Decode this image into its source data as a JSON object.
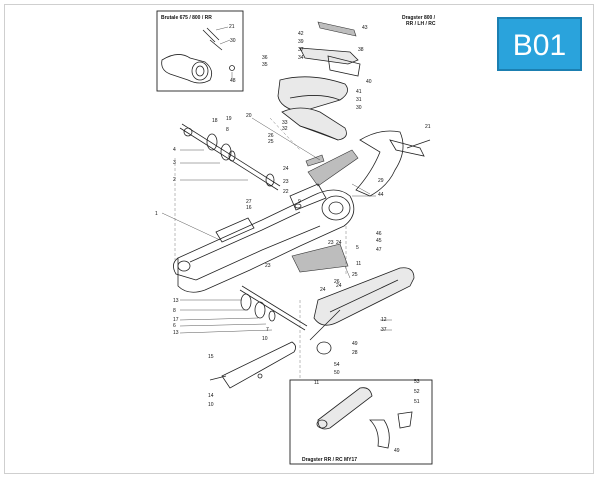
{
  "badge": {
    "code": "B01",
    "color": "#2aa3dc"
  },
  "insets": {
    "top_left": {
      "title": "Brutale 675 / 800 / RR",
      "callouts": [
        "21",
        "30",
        "48"
      ]
    },
    "top_right": {
      "title": "Dragster 800 / RR / LH / RC"
    },
    "bottom_right": {
      "title": "Dragster RR / RC MY17",
      "callouts": [
        "11",
        "54",
        "50",
        "53",
        "52",
        "51",
        "49"
      ]
    }
  },
  "callouts": [
    {
      "id": "c1",
      "text": "43"
    },
    {
      "id": "c2",
      "text": "42"
    },
    {
      "id": "c3",
      "text": "39"
    },
    {
      "id": "c4",
      "text": "38"
    },
    {
      "id": "c5",
      "text": "37"
    },
    {
      "id": "c6",
      "text": "36"
    },
    {
      "id": "c7",
      "text": "35"
    },
    {
      "id": "c8",
      "text": "34"
    },
    {
      "id": "c9",
      "text": "40"
    },
    {
      "id": "c10",
      "text": "41"
    },
    {
      "id": "c11",
      "text": "31"
    },
    {
      "id": "c12",
      "text": "30"
    },
    {
      "id": "c13",
      "text": "33"
    },
    {
      "id": "c14",
      "text": "32"
    },
    {
      "id": "c15",
      "text": "26"
    },
    {
      "id": "c16",
      "text": "25"
    },
    {
      "id": "c17",
      "text": "21"
    },
    {
      "id": "c18",
      "text": "20"
    },
    {
      "id": "c19",
      "text": "19"
    },
    {
      "id": "c20",
      "text": "18"
    },
    {
      "id": "c21",
      "text": "8"
    },
    {
      "id": "c22",
      "text": "4"
    },
    {
      "id": "c23",
      "text": "3"
    },
    {
      "id": "c24",
      "text": "2"
    },
    {
      "id": "c25",
      "text": "24"
    },
    {
      "id": "c26",
      "text": "23"
    },
    {
      "id": "c27",
      "text": "22"
    },
    {
      "id": "c28",
      "text": "29"
    },
    {
      "id": "c29",
      "text": "44"
    },
    {
      "id": "c30",
      "text": "27"
    },
    {
      "id": "c31",
      "text": "16"
    },
    {
      "id": "c32",
      "text": "9"
    },
    {
      "id": "c33",
      "text": "1"
    },
    {
      "id": "c34",
      "text": "46"
    },
    {
      "id": "c35",
      "text": "45"
    },
    {
      "id": "c36",
      "text": "5"
    },
    {
      "id": "c37",
      "text": "47"
    },
    {
      "id": "c38",
      "text": "11"
    },
    {
      "id": "c39",
      "text": "23"
    },
    {
      "id": "c40",
      "text": "24"
    },
    {
      "id": "c41",
      "text": "25"
    },
    {
      "id": "c42",
      "text": "26"
    },
    {
      "id": "c43",
      "text": "23"
    },
    {
      "id": "c44",
      "text": "24"
    },
    {
      "id": "c45",
      "text": "13"
    },
    {
      "id": "c46",
      "text": "8"
    },
    {
      "id": "c47",
      "text": "17"
    },
    {
      "id": "c48",
      "text": "6"
    },
    {
      "id": "c49",
      "text": "13"
    },
    {
      "id": "c50",
      "text": "7"
    },
    {
      "id": "c51",
      "text": "10"
    },
    {
      "id": "c52",
      "text": "12"
    },
    {
      "id": "c53",
      "text": "37"
    },
    {
      "id": "c54",
      "text": "49"
    },
    {
      "id": "c55",
      "text": "28"
    },
    {
      "id": "c56",
      "text": "15"
    },
    {
      "id": "c57",
      "text": "14"
    },
    {
      "id": "c58",
      "text": "10"
    },
    {
      "id": "c59",
      "text": "24"
    }
  ]
}
